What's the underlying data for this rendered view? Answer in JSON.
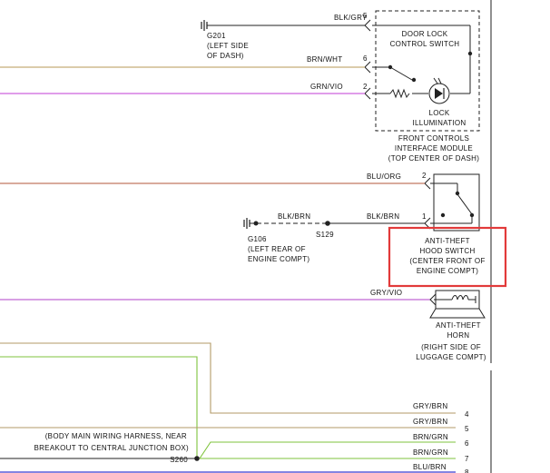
{
  "colors": {
    "blk": "#222222",
    "brn_wht": "#b79a55",
    "grn_vio": "#c23bd6",
    "blu_org": "#b3543a",
    "gry_vio": "#b040c8",
    "gry_brn": "#b39a67",
    "brn_grn": "#7fc33c",
    "blu_brn": "#3a3ad0",
    "highlight": "#e23a3a"
  },
  "wires": {
    "w1": "BLK/GRY",
    "w2": "BRN/WHT",
    "w3": "GRN/VIO",
    "w4": "BLU/ORG",
    "w5a": "BLK/BRN",
    "w5b": "BLK/BRN",
    "w6": "GRY/VIO",
    "w7": "GRY/BRN",
    "w8": "GRY/BRN",
    "w9": "BRN/GRN",
    "w10": "BRN/GRN",
    "w11": "BLU/BRN"
  },
  "pins": {
    "p1": "5",
    "p2": "6",
    "p3": "2",
    "p4": "2",
    "p5": "1",
    "b4": "4",
    "b5": "5",
    "b6": "6",
    "b7": "7",
    "b8": "8"
  },
  "labels": {
    "g201_1": "G201",
    "g201_2": "(LEFT SIDE",
    "g201_3": "OF DASH)",
    "door_1": "DOOR LOCK",
    "door_2": "CONTROL SWITCH",
    "lock_1": "LOCK",
    "lock_2": "ILLUMINATION",
    "fcim_1": "FRONT CONTROLS",
    "fcim_2": "INTERFACE MODULE",
    "fcim_3": "(TOP CENTER OF DASH)",
    "g106_1": "G106",
    "g106_2": "(LEFT REAR OF",
    "g106_3": "ENGINE COMPT)",
    "s129": "S129",
    "hood_1": "ANTI-THEFT",
    "hood_2": "HOOD SWITCH",
    "hood_3": "(CENTER FRONT OF",
    "hood_4": "ENGINE COMPT)",
    "horn_1": "ANTI-THEFT",
    "horn_2": "HORN",
    "horn_3": "(RIGHT SIDE OF",
    "horn_4": "LUGGAGE COMPT)",
    "harness_1": "(BODY MAIN WIRING HARNESS, NEAR",
    "harness_2": "BREAKOUT TO CENTRAL JUNCTION BOX)",
    "s260": "S260"
  }
}
